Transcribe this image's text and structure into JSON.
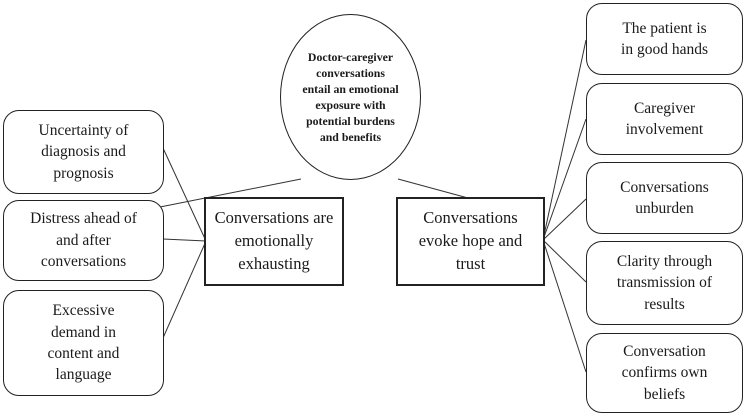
{
  "center": {
    "text": "Doctor-caregiver\nconversations\nentail an emotional\nexposure with\npotential burdens\nand benefits"
  },
  "themes": {
    "left": "Conversations are\nemotionally\nexhausting",
    "right": "Conversations\nevoke hope and\ntrust"
  },
  "left_items": [
    "Uncertainty of\ndiagnosis and\nprognosis",
    "Distress ahead of\nand after\nconversations",
    "Excessive\ndemand in\ncontent and\nlanguage"
  ],
  "right_items": [
    "The patient is\nin good hands",
    "Caregiver\ninvolvement",
    "Conversations\nunburden",
    "Clarity through\ntransmission of\nresults",
    "Conversation\nconfirms own\nbeliefs"
  ]
}
